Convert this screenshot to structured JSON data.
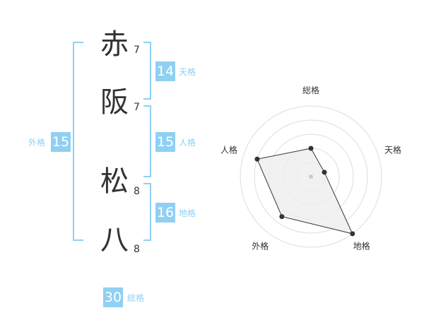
{
  "name": {
    "chars": [
      {
        "char": "赤",
        "strokes": "7"
      },
      {
        "char": "阪",
        "strokes": "7"
      },
      {
        "char": "松",
        "strokes": "8"
      },
      {
        "char": "八",
        "strokes": "8"
      }
    ]
  },
  "fortune": {
    "tenkaku": {
      "value": "14",
      "label": "天格"
    },
    "jinkaku": {
      "value": "15",
      "label": "人格"
    },
    "chikaku": {
      "value": "16",
      "label": "地格"
    },
    "gaikaku": {
      "value": "15",
      "label": "外格"
    },
    "soukaku": {
      "value": "30",
      "label": "総格"
    }
  },
  "chart_data": {
    "type": "radar",
    "axes": [
      "総格",
      "天格",
      "地格",
      "外格",
      "人格"
    ],
    "values": [
      2,
      1,
      5,
      3.5,
      4
    ],
    "max": 5,
    "rings": 5,
    "colors": {
      "fill": "#eeeeee",
      "line": "#333333",
      "grid": "#dddddd",
      "accent": "#8fd0f3"
    }
  }
}
